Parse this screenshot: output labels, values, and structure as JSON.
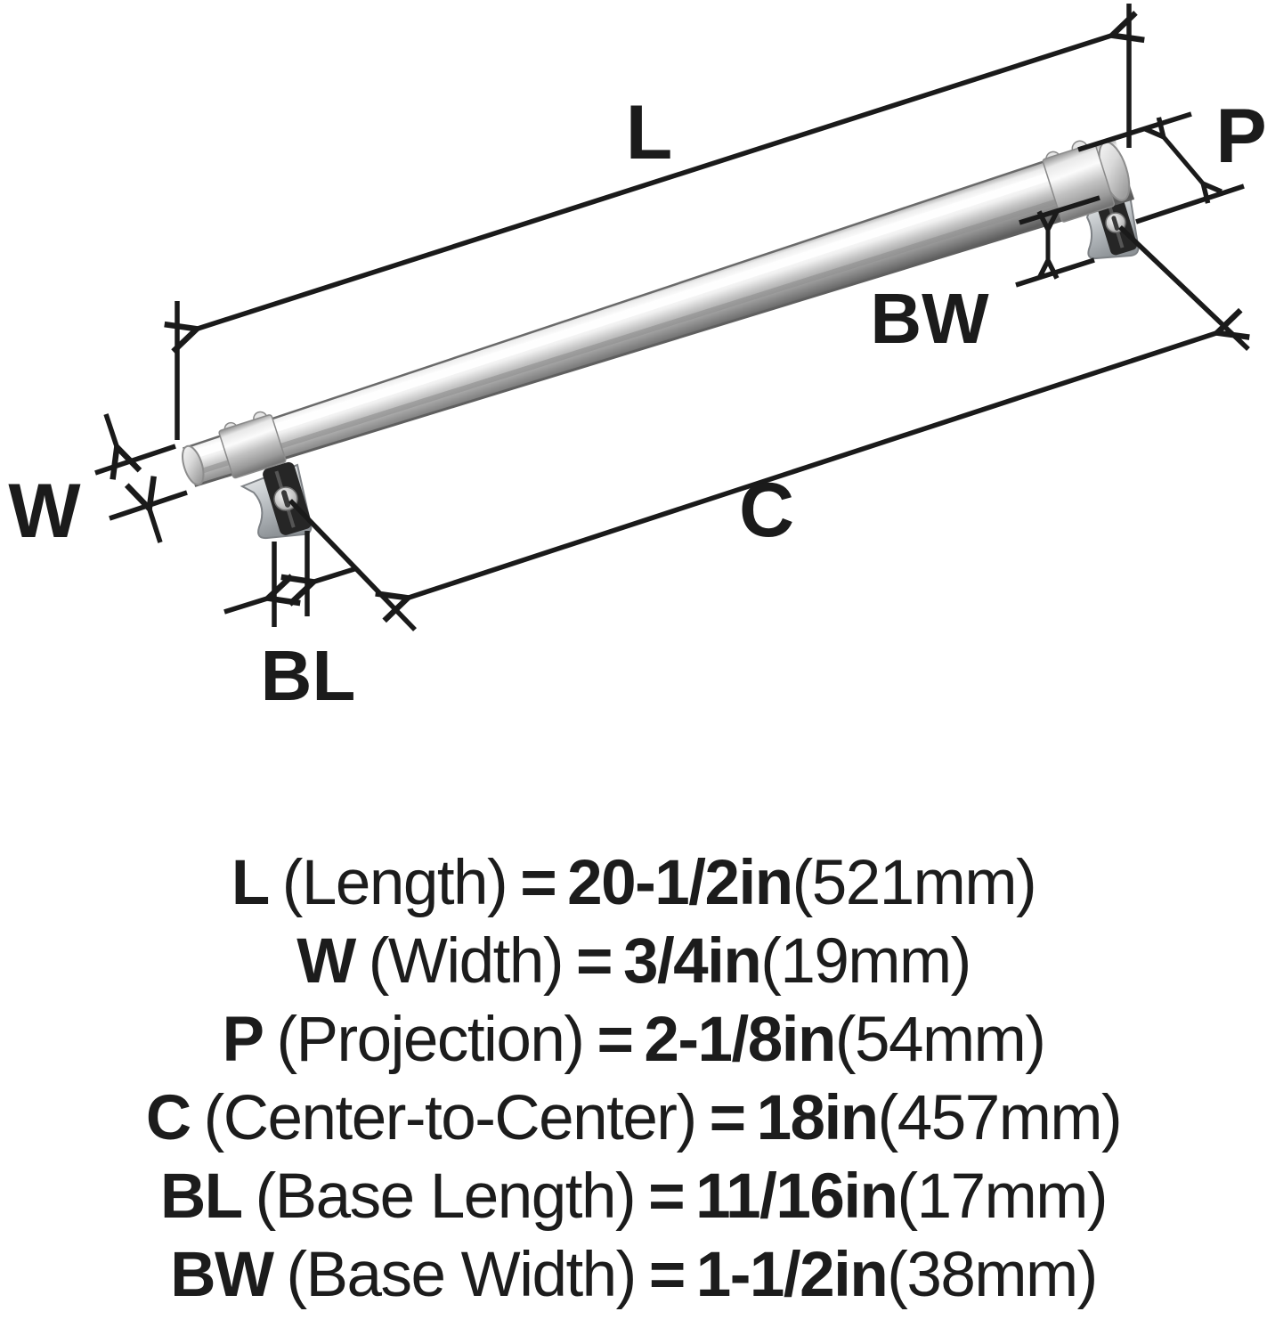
{
  "diagram": {
    "labels": {
      "L": "L",
      "W": "W",
      "P": "P",
      "C": "C",
      "BL": "BL",
      "BW": "BW"
    },
    "line_color": "#1a1a1a",
    "metal_light": "#ffffff",
    "metal_mid": "#c9c9c9",
    "metal_dark": "#5f5f5f"
  },
  "specs": [
    {
      "symbol": "L",
      "name": "(Length)",
      "equals": "=",
      "value": "20-1/2in",
      "metric": "(521mm)"
    },
    {
      "symbol": "W",
      "name": "(Width)",
      "equals": "=",
      "value": "3/4in",
      "metric": "(19mm)"
    },
    {
      "symbol": "P",
      "name": "(Projection)",
      "equals": "=",
      "value": "2-1/8in",
      "metric": "(54mm)"
    },
    {
      "symbol": "C",
      "name": "(Center-to-Center)",
      "equals": "=",
      "value": "18in",
      "metric": "(457mm)"
    },
    {
      "symbol": "BL",
      "name": "(Base Length)",
      "equals": "=",
      "value": "11/16in",
      "metric": "(17mm)"
    },
    {
      "symbol": "BW",
      "name": "(Base Width)",
      "equals": "=",
      "value": "1-1/2in",
      "metric": "(38mm)"
    }
  ]
}
